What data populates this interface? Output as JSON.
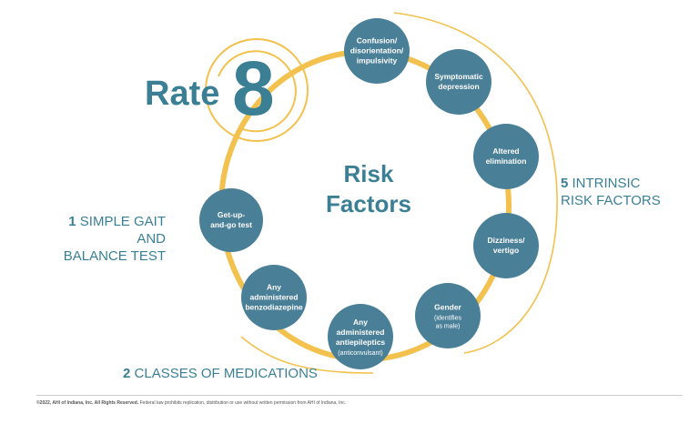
{
  "rate": {
    "word": "Rate",
    "number": "8"
  },
  "center": {
    "line1": "Risk",
    "line2": "Factors"
  },
  "nodes": [
    {
      "lines": [
        "Confusion/",
        "disorientation/",
        "impulsivity"
      ]
    },
    {
      "lines": [
        "Symptomatic",
        "depression"
      ]
    },
    {
      "lines": [
        "Altered",
        "elimination"
      ]
    },
    {
      "lines": [
        "Dizziness/",
        "vertigo"
      ]
    },
    {
      "lines": [
        "Gender"
      ],
      "sub": [
        "(identifies",
        "as male)"
      ]
    },
    {
      "lines": [
        "Any",
        "administered",
        "antiepileptics"
      ],
      "sub": [
        "(anticonvulsant)"
      ]
    },
    {
      "lines": [
        "Any",
        "administered",
        "benzodiazepine"
      ]
    },
    {
      "lines": [
        "Get-up-",
        "and-go test"
      ]
    }
  ],
  "labels": {
    "gait": {
      "number": "1",
      "line1": "SIMPLE GAIT AND",
      "line2": "BALANCE TEST"
    },
    "intrinsic": {
      "number": "5",
      "line1": "INTRINSIC",
      "line2": "RISK FACTORS"
    },
    "meds": {
      "number": "2",
      "text": "CLASSES OF MEDICATIONS"
    }
  },
  "footer": {
    "bold": "©2022, AHI of Indiana, Inc. All Rights Reserved.",
    "rest": "Federal law prohibits replication, distribution or use without written permission from AHI of Indiana, Inc."
  },
  "colors": {
    "teal": "#3b7f95",
    "circle": "#4a7f98",
    "gold": "#f2c14e"
  }
}
